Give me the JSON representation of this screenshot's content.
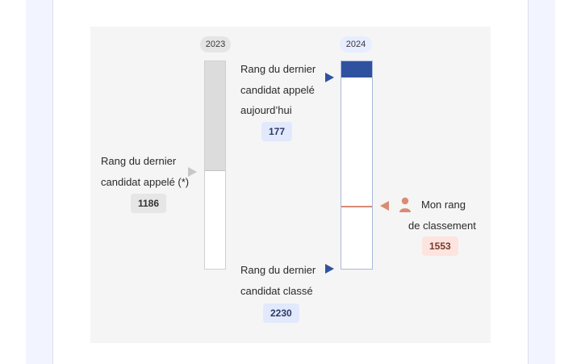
{
  "years": {
    "previous": "2023",
    "current": "2024"
  },
  "previous_year": {
    "label_line1": "Rang du dernier",
    "label_line2": "candidat appelé (*)",
    "value": "1186",
    "filled_fraction": 0.53
  },
  "current_year": {
    "today_line1": "Rang du dernier",
    "today_line2": "candidat appelé",
    "today_line3": "aujourd’hui",
    "today_value": "177",
    "last_line1": "Rang du dernier",
    "last_line2": "candidat classé",
    "last_value": "2230",
    "filled_fraction": 0.079,
    "my_rank_fraction": 0.696
  },
  "my_rank": {
    "line1": "Mon rang",
    "line2": "de classement",
    "value": "1553",
    "icon": "person-icon"
  },
  "colors": {
    "accent_blue": "#2f52a0",
    "my_rank_coral": "#d98b73",
    "grey_fill": "#dcdcdc"
  }
}
